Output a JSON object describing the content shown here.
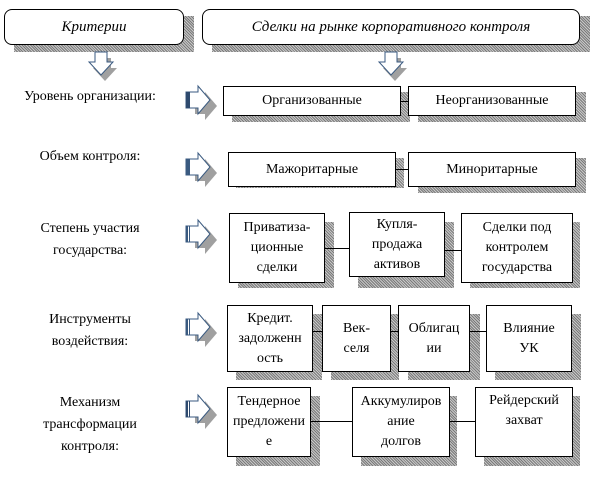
{
  "headers": {
    "left": "Критерии",
    "right": "Сделки на рынке корпоративного контроля"
  },
  "rows": [
    {
      "criterion": "Уровень организации:",
      "items": [
        "Организованные",
        "Неорганизованные"
      ]
    },
    {
      "criterion": "Объем контроля:",
      "items": [
        "Мажоритарные",
        "Миноритарные"
      ]
    },
    {
      "criterion": "Степень участия\nгосударства:",
      "items": [
        "Приватиза-\nционные\nсделки",
        "Купля-\nпродажа\nактивов",
        "Сделки под\nконтролем\nгосударства"
      ]
    },
    {
      "criterion": "Инструменты\nвоздействия:",
      "items": [
        "Кредит.\nзадолженн\nость",
        "Век-\nселя",
        "Облигац\nии",
        "Влияние\nУК"
      ]
    },
    {
      "criterion": "Механизм\nтрансформации\nконтроля:",
      "items": [
        "Тендерное\nпредложени\nе",
        "Аккумулиров\nание\nдолгов",
        "Рейдерский\nзахват"
      ]
    }
  ],
  "colors": {
    "arrow_fill": "#ffffff",
    "arrow_stroke": "#3a5a80",
    "arrow_bar": "#2e4a6e",
    "shadow": "#9a9a9a"
  }
}
